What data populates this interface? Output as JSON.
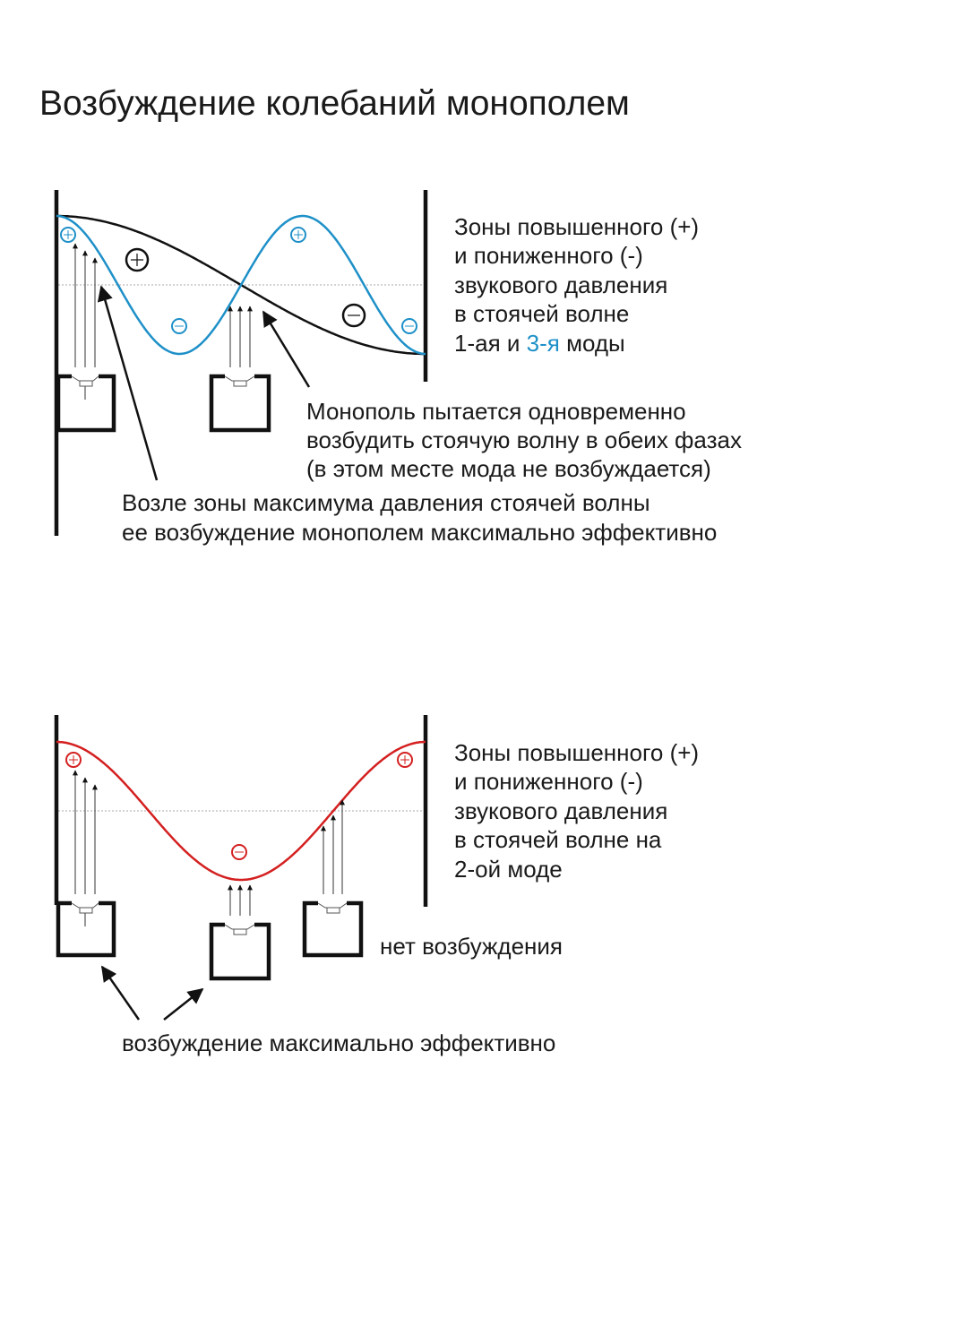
{
  "title": "Возбуждение колебаний монополем",
  "colors": {
    "mode1": "#111111",
    "mode3": "#1e90c8",
    "mode2": "#d42020"
  },
  "top_diagram": {
    "legend": [
      "Зоны повышенного (+)",
      "и пониженного (-)",
      "звукового давления",
      "в стоячей волне"
    ],
    "legend_last": {
      "part1": "1-ая и ",
      "highlight": "3-я",
      "part2": " моды"
    },
    "monopole_note": [
      "Монополь пытается одновременно",
      "возбудить стоячую волну в обеих фазах",
      "(в этом месте мода не возбуждается)"
    ],
    "max_note": [
      "Возле зоны максимума давления стоячей волны",
      "ее возбуждение монополем максимально эффективно"
    ]
  },
  "bottom_diagram": {
    "legend": [
      "Зоны повышенного (+)",
      "и пониженного (-)",
      "звукового давления",
      "в стоячей волне на",
      "2-ой моде"
    ],
    "no_excitation": "нет возбуждения",
    "effective_note": "возбуждение максимально эффективно"
  }
}
